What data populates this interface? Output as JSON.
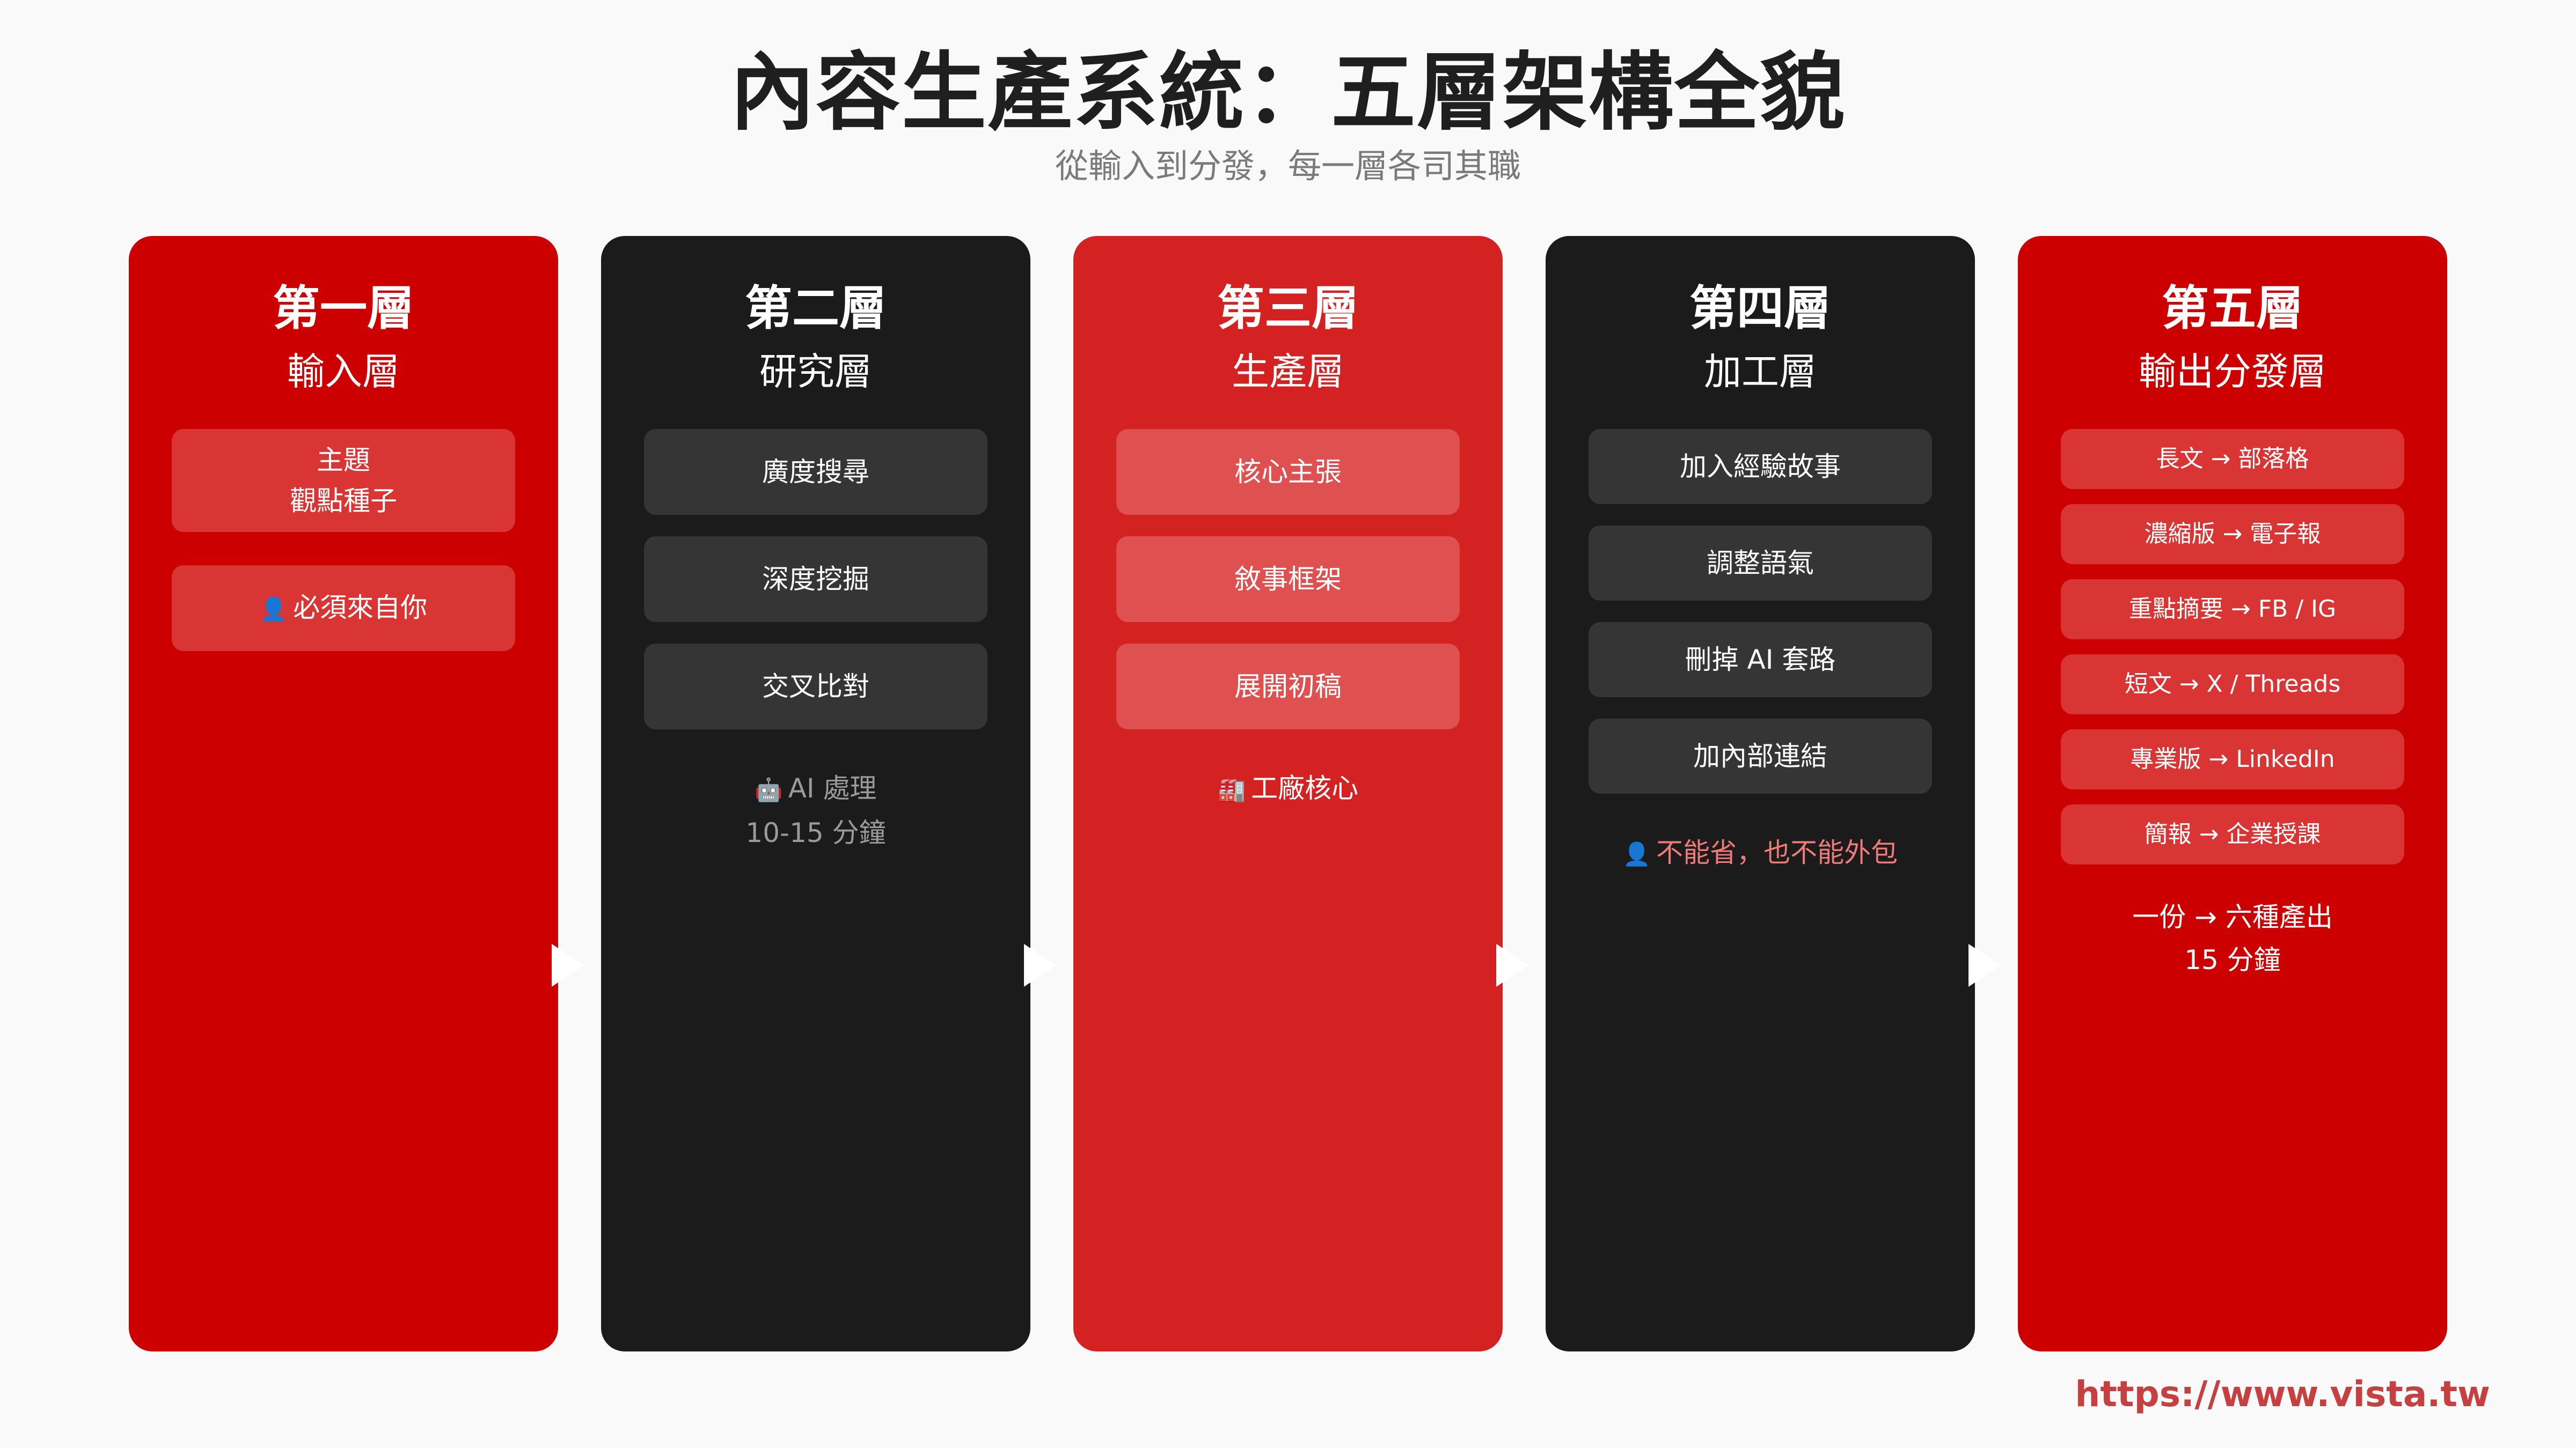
{
  "title": "內容生產系統：五層架構全貌",
  "subtitle": "從輸入到分發，每一層各司其職",
  "colors": {
    "red": "#cc0000",
    "dark": "#1b1b1b",
    "mid_red": "#d42121",
    "footer": "#c54040"
  },
  "layers": [
    {
      "number": "第一層",
      "name": "輸入層",
      "items": [
        {
          "line1": "主題",
          "line2": "觀點種子"
        },
        {
          "text": "必須來自你",
          "icon": "person-icon"
        }
      ]
    },
    {
      "number": "第二層",
      "name": "研究層",
      "items": [
        "廣度搜尋",
        "深度挖掘",
        "交叉比對"
      ],
      "note_line1": "AI 處理",
      "note_icon": "robot-icon",
      "note_line2": "10-15 分鐘"
    },
    {
      "number": "第三層",
      "name": "生產層",
      "items": [
        "核心主張",
        "敘事框架",
        "展開初稿"
      ],
      "note": "工廠核心",
      "note_icon": "factory-icon"
    },
    {
      "number": "第四層",
      "name": "加工層",
      "items": [
        "加入經驗故事",
        "調整語氣",
        "刪掉 AI 套路",
        "加內部連結"
      ],
      "note": "不能省，也不能外包",
      "note_icon": "person-icon"
    },
    {
      "number": "第五層",
      "name": "輸出分發層",
      "items": [
        "長文 → 部落格",
        "濃縮版 → 電子報",
        "重點摘要 → FB / IG",
        "短文 → X / Threads",
        "專業版 → LinkedIn",
        "簡報 → 企業授課"
      ],
      "note_line1": "一份 → 六種產出",
      "note_line2": "15 分鐘"
    }
  ],
  "footer": "https://www.vista.tw"
}
